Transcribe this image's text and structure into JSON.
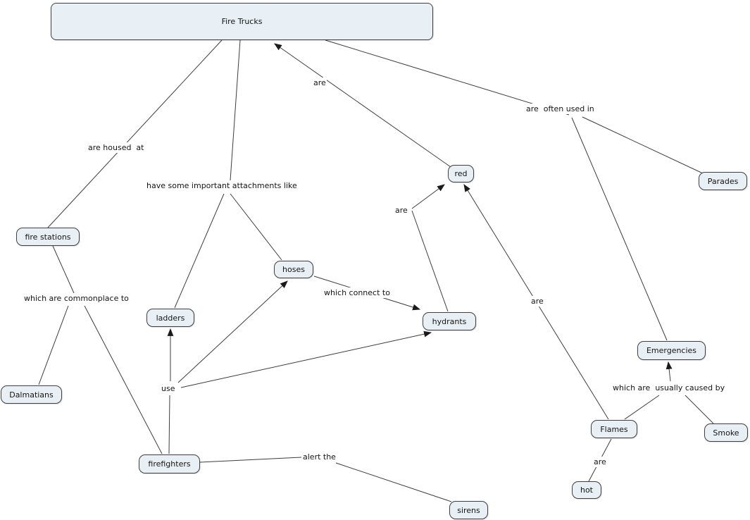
{
  "title": "Fire Trucks",
  "colors": {
    "background": "#ffffff",
    "node_fill": "#e9f0f5",
    "node_border": "#3f3f3f",
    "line": "#3d3d3d",
    "text": "#141414"
  },
  "nodes": {
    "fire_trucks": {
      "label": "Fire Trucks"
    },
    "fire_stations": {
      "label": "fire stations"
    },
    "dalmatians": {
      "label": "Dalmatians"
    },
    "ladders": {
      "label": "ladders"
    },
    "hoses": {
      "label": "hoses"
    },
    "hydrants": {
      "label": "hydrants"
    },
    "firefighters": {
      "label": "firefighters"
    },
    "sirens": {
      "label": "sirens"
    },
    "use": {
      "label": "use"
    },
    "red": {
      "label": "red"
    },
    "parades": {
      "label": "Parades"
    },
    "emergencies": {
      "label": "Emergencies"
    },
    "flames": {
      "label": "Flames"
    },
    "smoke": {
      "label": "Smoke"
    },
    "hot": {
      "label": "hot"
    }
  },
  "links": {
    "are_housed_at": {
      "label": "are housed  at"
    },
    "attachments": {
      "label": "have some important attachments like"
    },
    "are_ft_red": {
      "label": "are"
    },
    "often_used_in": {
      "label": "are  often used in"
    },
    "are_hyd_red": {
      "label": "are"
    },
    "which_connect_to": {
      "label": "which connect to"
    },
    "commonplace_to": {
      "label": "which are commonplace to"
    },
    "are_flames_red": {
      "label": "are"
    },
    "caused_by": {
      "label": "which are  usually caused by"
    },
    "alert_the": {
      "label": "alert the"
    },
    "are_flames_hot": {
      "label": "are"
    }
  },
  "propositions": [
    {
      "from": "Fire Trucks",
      "link": "are housed  at",
      "to": "fire stations"
    },
    {
      "from": "Fire Trucks",
      "link": "have some important attachments like",
      "to": "ladders"
    },
    {
      "from": "Fire Trucks",
      "link": "have some important attachments like",
      "to": "hoses"
    },
    {
      "from": "Fire Trucks",
      "link": "are",
      "to": "red"
    },
    {
      "from": "Fire Trucks",
      "link": "are  often used in",
      "to": "Parades"
    },
    {
      "from": "Fire Trucks",
      "link": "are  often used in",
      "to": "Emergencies"
    },
    {
      "from": "hydrants",
      "link": "are",
      "to": "red"
    },
    {
      "from": "Flames",
      "link": "are",
      "to": "red"
    },
    {
      "from": "hoses",
      "link": "which connect to",
      "to": "hydrants"
    },
    {
      "from": "fire stations",
      "link": "which are commonplace to",
      "to": "Dalmatians"
    },
    {
      "from": "fire stations",
      "link": "which are commonplace to",
      "to": "firefighters"
    },
    {
      "from": "firefighters",
      "link": "use",
      "to": "ladders"
    },
    {
      "from": "firefighters",
      "link": "use",
      "to": "hoses"
    },
    {
      "from": "firefighters",
      "link": "use",
      "to": "hydrants"
    },
    {
      "from": "firefighters",
      "link": "alert the",
      "to": "sirens"
    },
    {
      "from": "Emergencies",
      "link": "which are  usually caused by",
      "to": "Flames"
    },
    {
      "from": "Emergencies",
      "link": "which are  usually caused by",
      "to": "Smoke"
    },
    {
      "from": "Flames",
      "link": "are",
      "to": "hot"
    }
  ]
}
